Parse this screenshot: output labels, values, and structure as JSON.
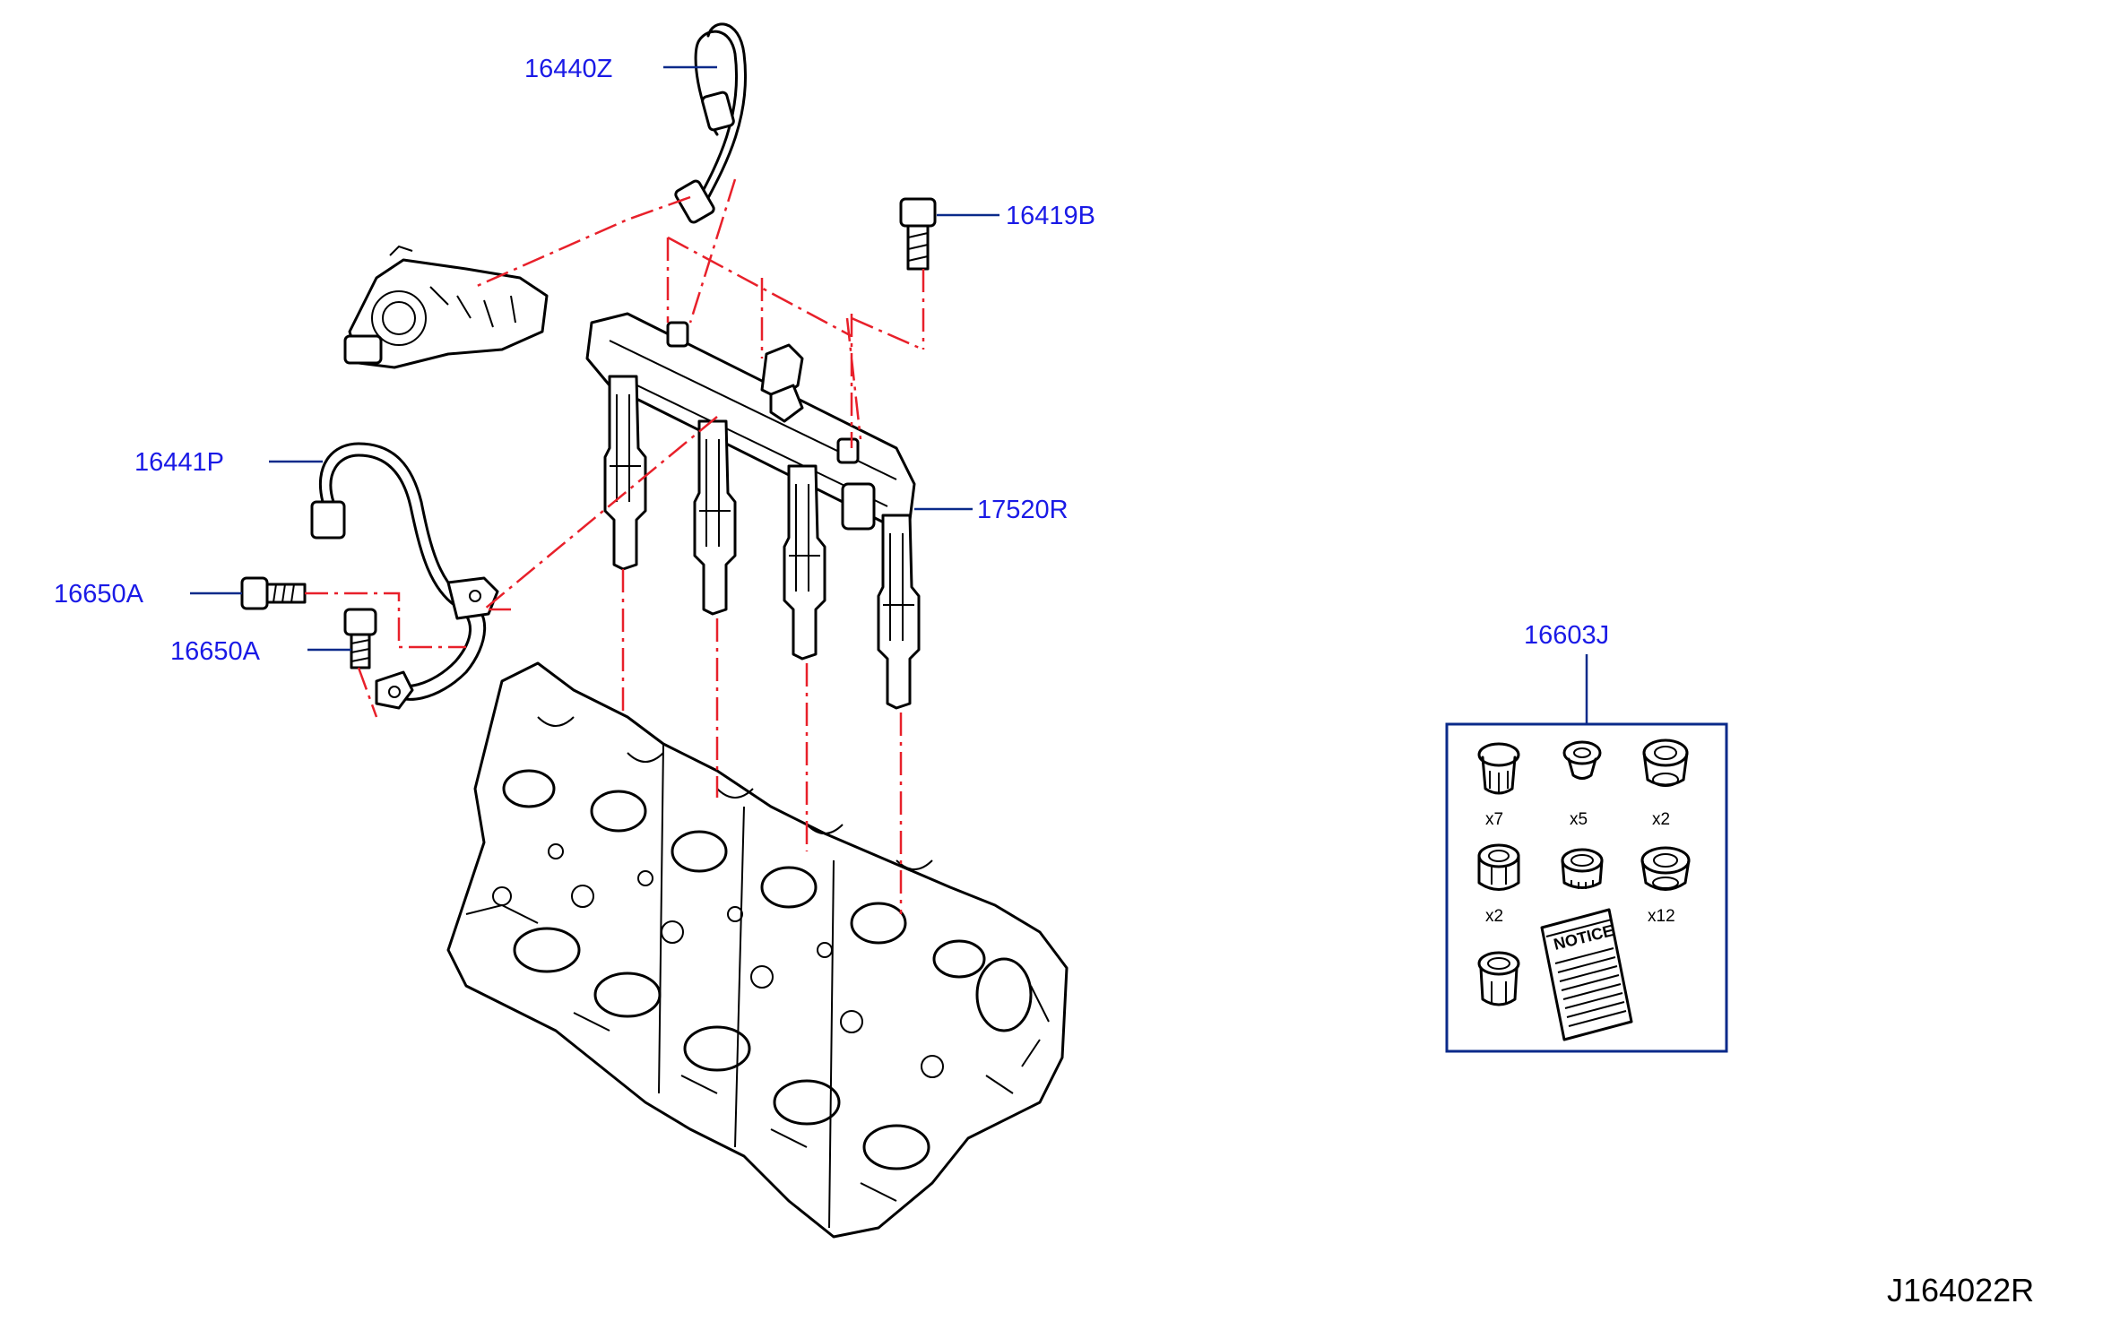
{
  "callouts": {
    "fuel_pipe_upper": "16440Z",
    "bolt_rail": "16419B",
    "fuel_pipe_lower": "16441P",
    "bolt_pipe_1": "16650A",
    "bolt_pipe_2": "16650A",
    "fuel_rail": "17520R",
    "seal_kit": "16603J"
  },
  "seal_kit": {
    "quantities": [
      "x7",
      "x5",
      "x2",
      "x2",
      "x12"
    ],
    "notice_text": "NOTICE"
  },
  "diagram_id": "J164022R",
  "colors": {
    "callout_text": "#1a1ae6",
    "leader_line": "#0a2a8a",
    "phantom_line": "#e8202a",
    "part_outline": "#000000"
  }
}
